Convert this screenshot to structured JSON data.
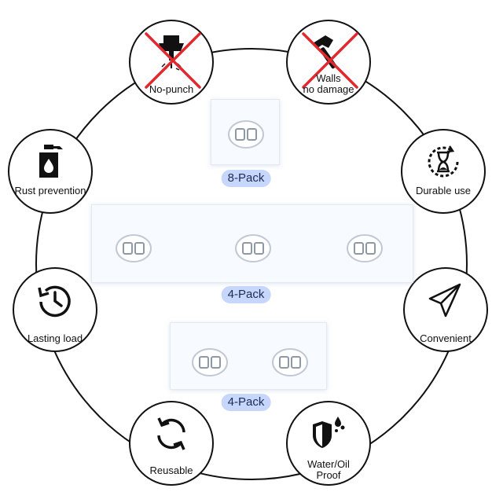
{
  "features": {
    "no_punch": "No-punch",
    "walls_line1": "Walls",
    "walls_line2": "no damage",
    "rust_prevention": "Rust prevention",
    "durable_use": "Durable use",
    "lasting_load": "Lasting load",
    "convenient": "Convenient",
    "reusable": "Reusable",
    "water_line1": "Water/Oil",
    "water_line2": "Proof"
  },
  "packs": {
    "top": "8-Pack",
    "middle": "4-Pack",
    "bottom": "4-Pack"
  },
  "colors": {
    "outline": "#111111",
    "cross": "#e0282e",
    "pack_badge": "#c7d6fb"
  },
  "icons": [
    "drill-icon",
    "hammer-icon",
    "oil-bottle-icon",
    "hourglass-icon",
    "clock-history-icon",
    "paper-plane-icon",
    "refresh-arrows-icon",
    "shield-drop-icon"
  ]
}
